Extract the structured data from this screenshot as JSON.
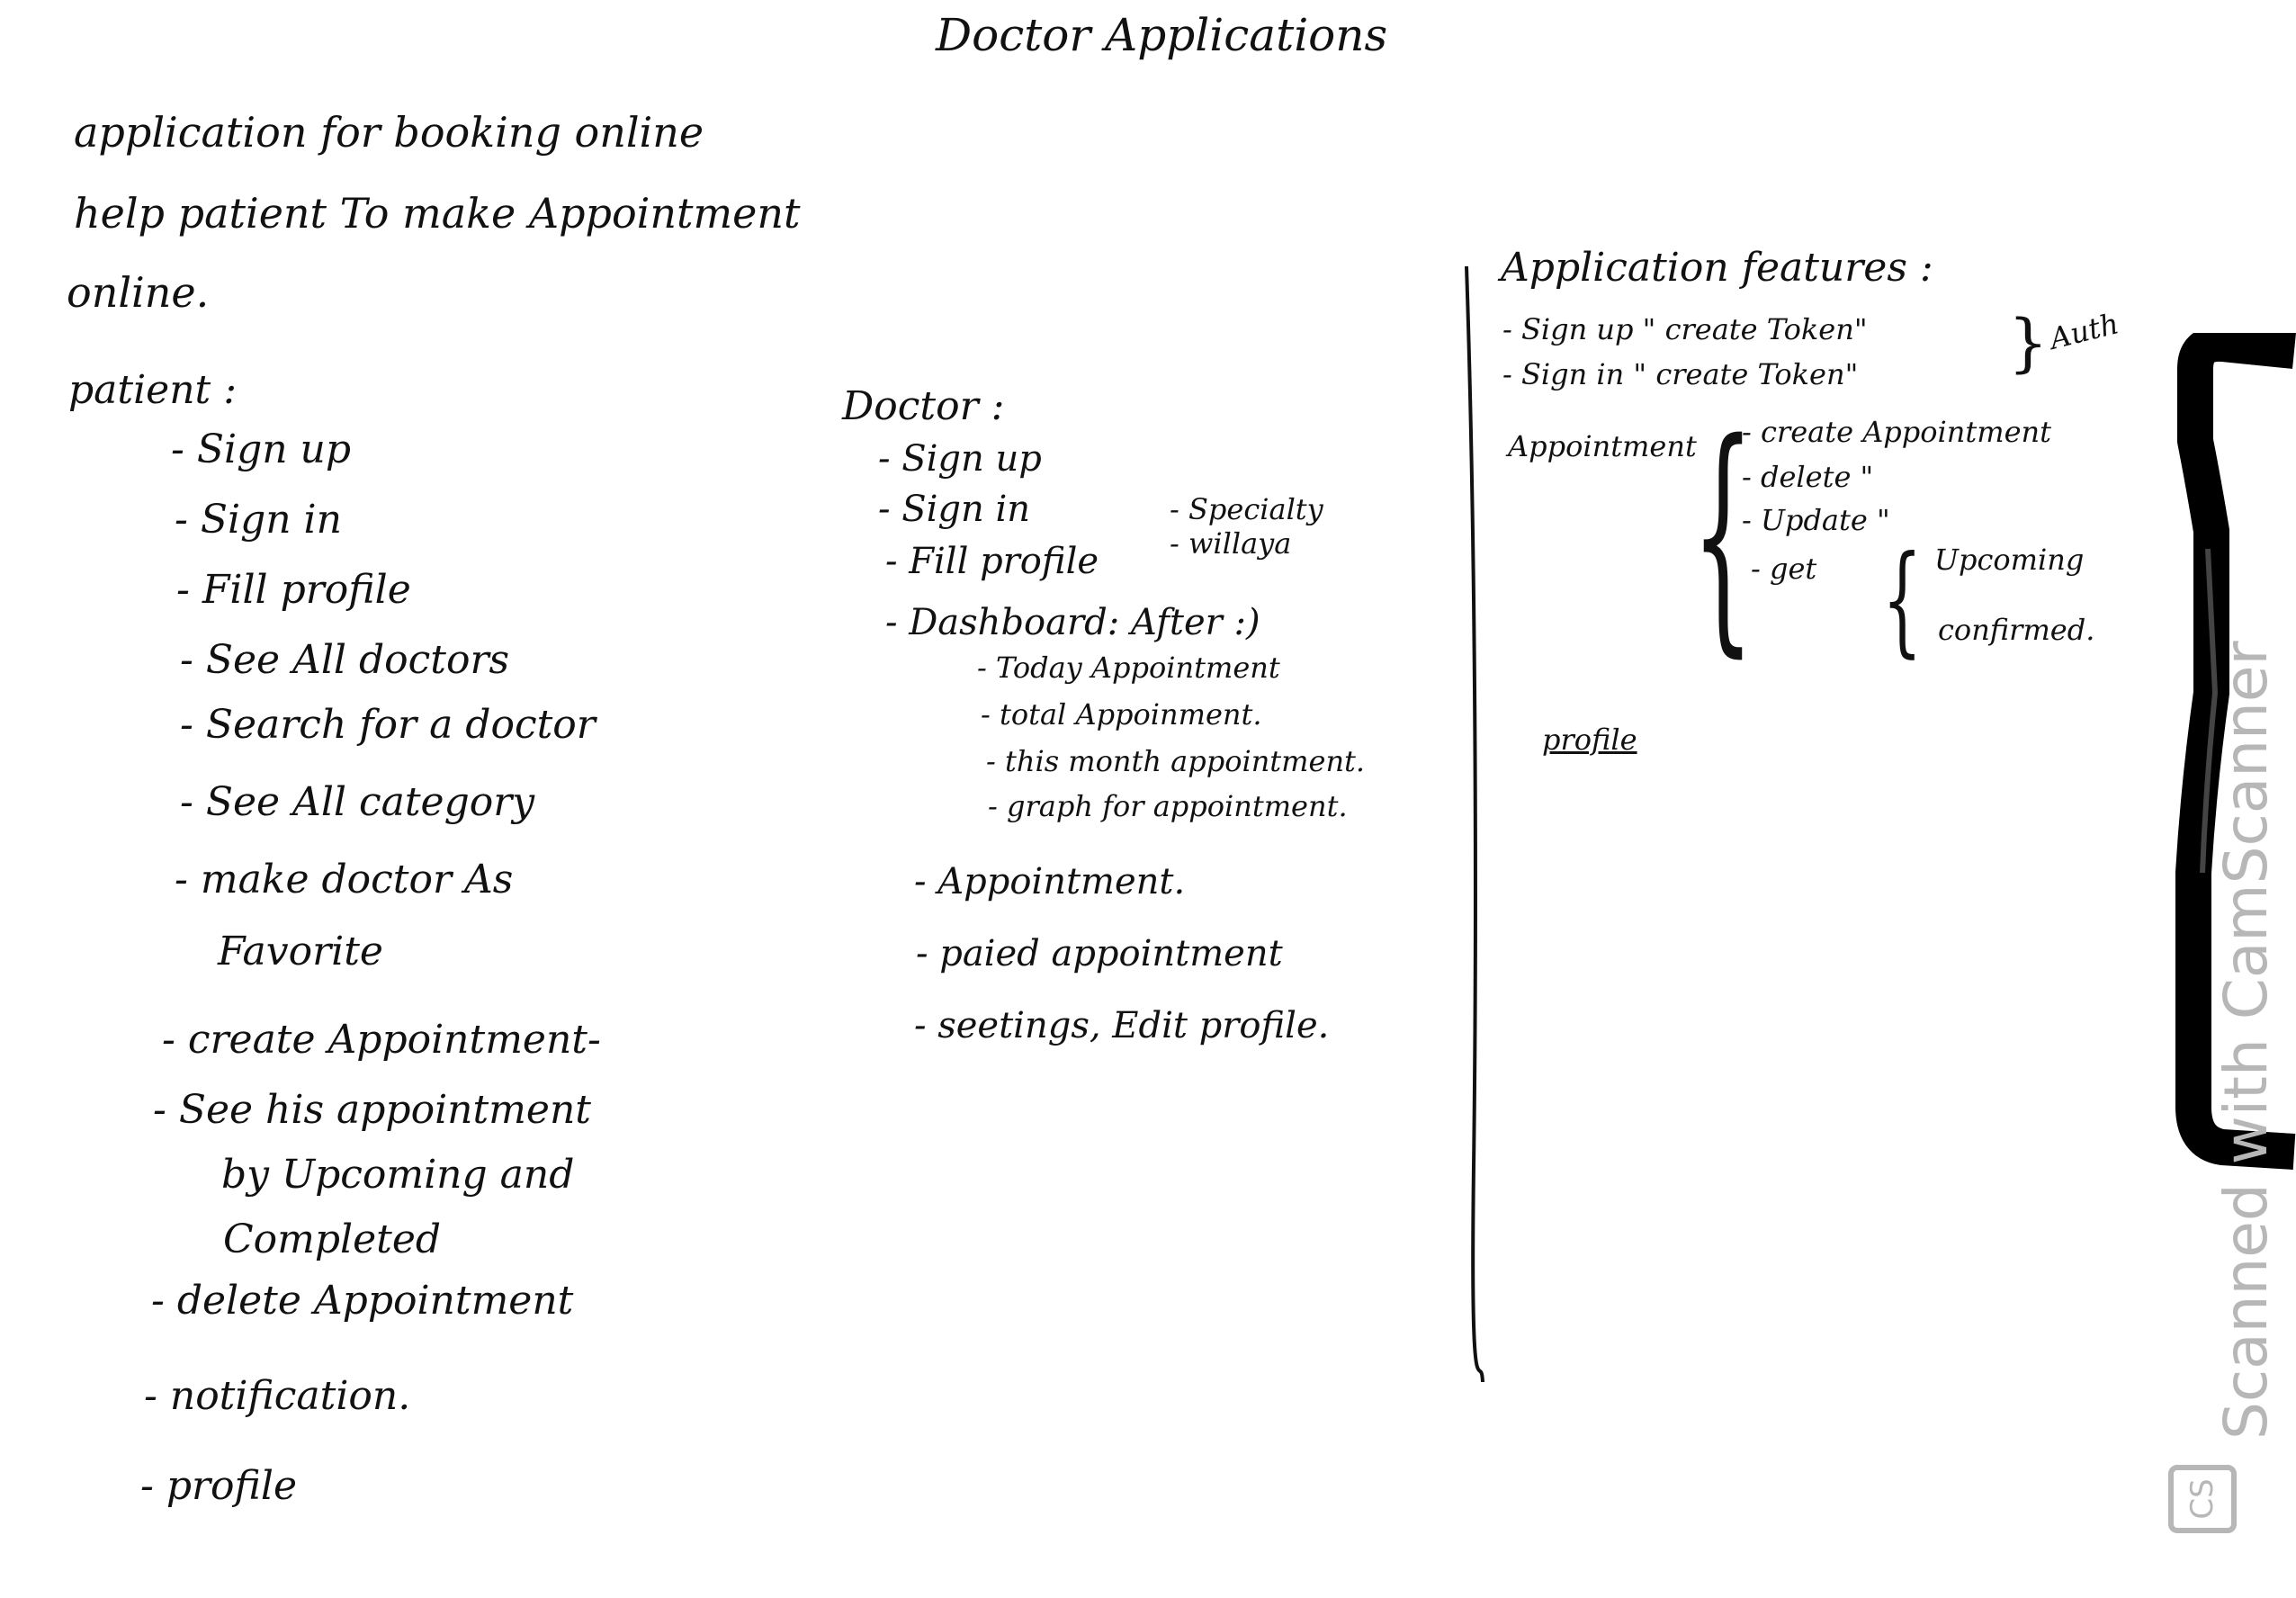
{
  "title": "Doctor Applications",
  "intro": [
    "application for booking online",
    "help patient To make Appointment",
    "online."
  ],
  "patient": {
    "heading": "patient :",
    "items": [
      "- Sign up",
      "- Sign in",
      "- Fill profile",
      "- See All doctors",
      "- Search for a doctor",
      "- See All category",
      "- make doctor As",
      "Favorite",
      "- create Appointment-",
      "- See his appointment",
      "by Upcoming and",
      "Completed",
      "- delete Appointment",
      "- notification.",
      "- profile"
    ]
  },
  "doctor": {
    "heading": "Doctor :",
    "items": [
      "- Sign up",
      "- Sign in",
      "- Fill profile",
      "- Dashboard: After :)",
      "- Today Appointment",
      "- total Appoinment.",
      "- this month appointment.",
      "- graph for appointment.",
      "- Appointment.",
      "- paied appointment",
      "- seetings, Edit profile."
    ],
    "profile_notes": [
      "- Specialty",
      "- willaya"
    ]
  },
  "features": {
    "heading": "Application features :",
    "auth": [
      "- Sign up \" create Token\"",
      "- Sign in \" create Token\""
    ],
    "auth_label": "Auth",
    "appointment_label": "Appointment",
    "appointment_items": [
      "- create Appointment",
      "- delete \"",
      "- Update \"",
      "- get"
    ],
    "get_options": [
      "Upcoming",
      "confirmed."
    ],
    "profile": "profile"
  },
  "watermark": {
    "text": "Scanned with CamScanner",
    "logo": "CS"
  },
  "colors": {
    "ink": "#111111",
    "paper": "#ffffff",
    "watermark": "#b7b7b7",
    "clip": "#000000"
  }
}
